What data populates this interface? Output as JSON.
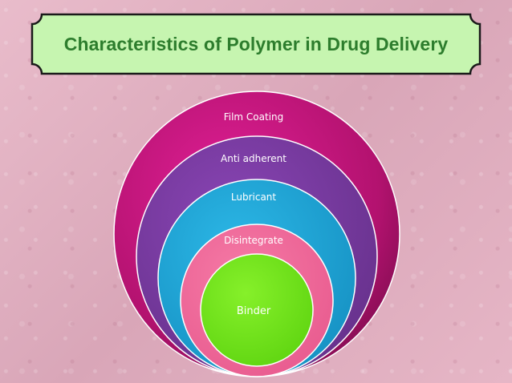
{
  "title": "Characteristics of Polymer in Drug Delivery",
  "layers": [
    {
      "label": "Film Coating",
      "color": "#c0157a"
    },
    {
      "label": "Anti adherent",
      "color": "#7a3aa0"
    },
    {
      "label": "Lubricant",
      "color": "#1fa8d8"
    },
    {
      "label": "Disintegrate",
      "color": "#f06a9a"
    },
    {
      "label": "Binder",
      "color": "#6ee617"
    }
  ],
  "colors": {
    "title_text": "#2d7d2d",
    "title_box": "#c6f5b0",
    "title_border": "#1a1a1a"
  }
}
